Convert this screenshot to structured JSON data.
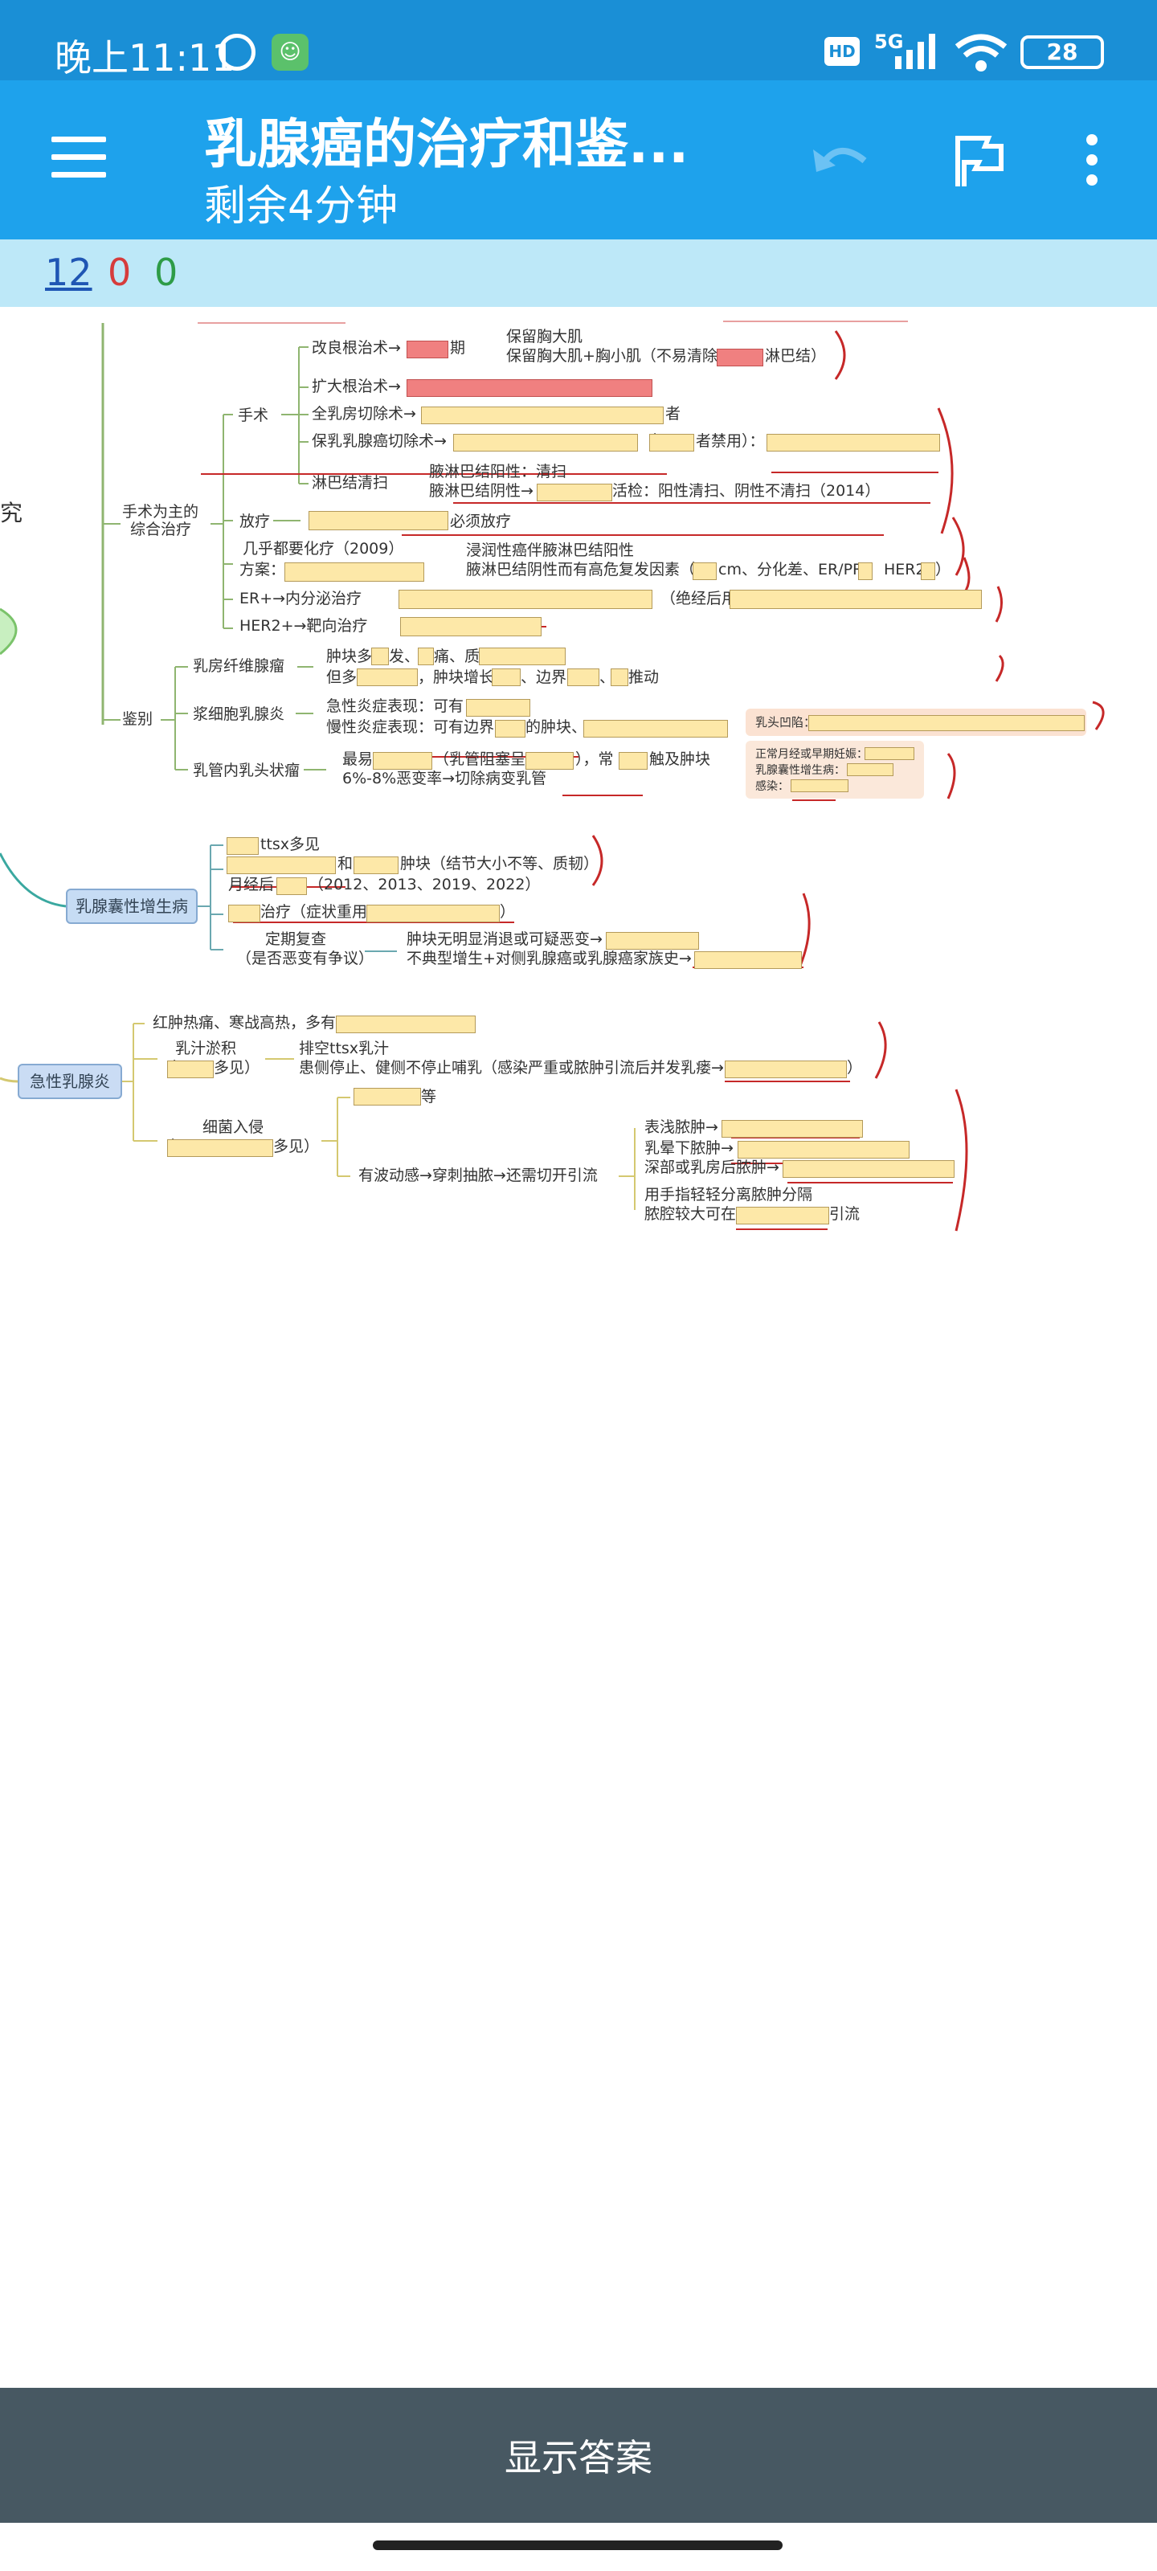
{
  "status_bar": {
    "time": "晚上11:11",
    "hd": "HD",
    "network": "5G",
    "battery": "28",
    "icons": [
      "alarm-icon",
      "app-icon",
      "signal-icon",
      "wifi-icon",
      "battery-icon"
    ]
  },
  "app_bar": {
    "title": "乳腺癌的治疗和鉴...",
    "subtitle": "剩余4分钟",
    "icons": [
      "menu-icon",
      "undo-icon",
      "flag-icon",
      "more-icon"
    ]
  },
  "counts": {
    "new": "12",
    "learning": "0",
    "review": "0",
    "colors": {
      "new": "#1f56b4",
      "learning": "#d63c3c",
      "review": "#2e9c47"
    }
  },
  "mindmap": {
    "edge_left": "究",
    "surgery_group": "手术为主的",
    "surgery_group2": "综合治疗",
    "surgery": "手术",
    "modified_radical": "改良根治术→",
    "modified_radical_suffix": "期",
    "keep_pec_major": "保留胸大肌",
    "keep_pec_both": "保留胸大肌+胸小肌（不易清除",
    "keep_pec_both_suffix": "淋巴结）",
    "extended_radical": "扩大根治术→",
    "total_mastectomy": "全乳房切除术→",
    "total_mastectomy_suffix": "者",
    "breast_conserving": "保乳乳腺癌切除术→",
    "breast_conserving_mid": "（",
    "breast_conserving_mid2": "者禁用）：",
    "lymph_dissection": "淋巴结清扫",
    "axillary_positive": "腋淋巴结阳性：清扫",
    "axillary_negative": "腋淋巴结阴性→",
    "axillary_negative_suffix": "活检：阳性清扫、阴性不清扫（2014）",
    "radiotherapy": "放疗",
    "radiotherapy_suffix": "必须放疗",
    "chemo": "几乎都要化疗（2009）",
    "chemo_plan": "方案：",
    "invasive": "浸润性癌伴腋淋巴结阳性",
    "high_risk": "腋淋巴结阴性而有高危复发因素（",
    "high_risk_2": "cm、分化差、ER/PR",
    "high_risk_3": "HER2",
    "high_risk_4": "）",
    "er_positive": "ER+→内分泌治疗",
    "menopause": "（绝经后用",
    "her2_positive": "HER2+→靶向治疗",
    "differentiation": "鉴别",
    "fibroadenoma": "乳房纤维腺瘤",
    "fibro_line1_a": "肿块多",
    "fibro_line1_b": "发、",
    "fibro_line1_c": "痛、质",
    "fibro_line2_a": "但多",
    "fibro_line2_b": "，肿块增长",
    "fibro_line2_c": "、边界",
    "fibro_line2_d": "、",
    "fibro_line2_e": "推动",
    "plasma_mastitis": "浆细胞乳腺炎",
    "acute_phase": "急性炎症表现：可有",
    "chronic_phase": "慢性炎症表现：可有边界",
    "chronic_phase_2": "的肿块、",
    "nipple_inversion": "乳头凹陷：",
    "papilloma": "乳管内乳头状瘤",
    "papilloma_1": "最易",
    "papilloma_2": "（乳管阻塞呈",
    "papilloma_3": "），常",
    "papilloma_4": "触及肿块",
    "papilloma_5": "6%-8%恶变率→切除病变乳管",
    "side_1": "正常月经或早期妊娠：",
    "side_2": "乳腺囊性增生病：",
    "side_3": "感染：",
    "cystic_node": "乳腺囊性增生病",
    "cystic_1": "ttsx多见",
    "cystic_2": "和",
    "cystic_3": "肿块（结节大小不等、质韧）",
    "cystic_4": "月经后",
    "cystic_5": "（2012、2013、2019、2022）",
    "cystic_6": "治疗（症状重用",
    "cystic_6b": "）",
    "follow_up": "定期复查",
    "follow_up_2": "（是否恶变有争议）",
    "follow_up_3": "肿块无明显消退或可疑恶变→",
    "follow_up_4": "不典型增生+对侧乳腺癌或乳腺癌家族史→",
    "acute_node": "急性乳腺炎",
    "acute_1": "红肿热痛、寒战高热，多有",
    "milk_stasis": "乳汁淤积",
    "milk_stasis_2": "（",
    "milk_stasis_3": "多见）",
    "milk_1": "排空ttsx乳汁",
    "milk_2": "患侧停止、健侧不停止哺乳（感染严重或脓肿引流后并发乳瘘→",
    "milk_2b": "）",
    "bacteria": "细菌入侵",
    "bacteria_2": "（",
    "bacteria_3": "多见）",
    "bacteria_4": "等",
    "fluctuation": "有波动感→穿刺抽脓→还需切开引流",
    "abscess_1": "表浅脓肿→",
    "abscess_2": "乳晕下脓肿→",
    "abscess_3": "深部或乳房后脓肿→",
    "abscess_4": "用手指轻轻分离脓肿分隔",
    "abscess_5": "脓腔较大可在",
    "abscess_5b": "引流"
  },
  "answer_button": "显示答案"
}
